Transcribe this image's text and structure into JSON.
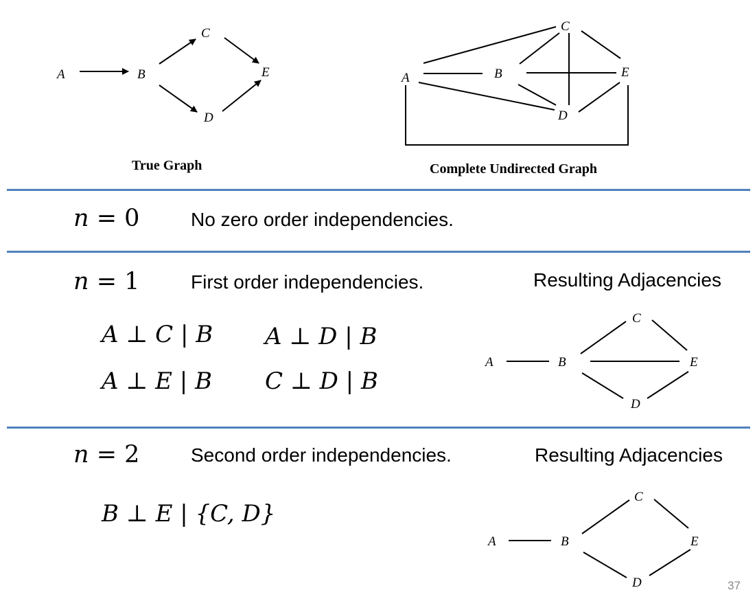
{
  "nodes": {
    "a": "A",
    "b": "B",
    "c": "C",
    "d": "D",
    "e": "E"
  },
  "top": {
    "true_graph_title": "True Graph",
    "complete_graph_title": "Complete Undirected Graph"
  },
  "sections": [
    {
      "n_symbol": "n",
      "n_value": "= 0",
      "description": "No zero order independencies."
    },
    {
      "n_symbol": "n",
      "n_value": "= 1",
      "description": "First order independencies.",
      "result_label": "Resulting Adjacencies",
      "independencies": [
        "A ⊥ C | B",
        "A ⊥ D | B",
        "A ⊥ E | B",
        "C ⊥ D | B"
      ]
    },
    {
      "n_symbol": "n",
      "n_value": "= 2",
      "description": "Second order independencies.",
      "result_label": "Resulting Adjacencies",
      "independencies": [
        "B ⊥ E | {C, D}"
      ]
    }
  ],
  "page_number": "37",
  "colors": {
    "divider": "#4f81bd",
    "page_number": "#888888"
  }
}
